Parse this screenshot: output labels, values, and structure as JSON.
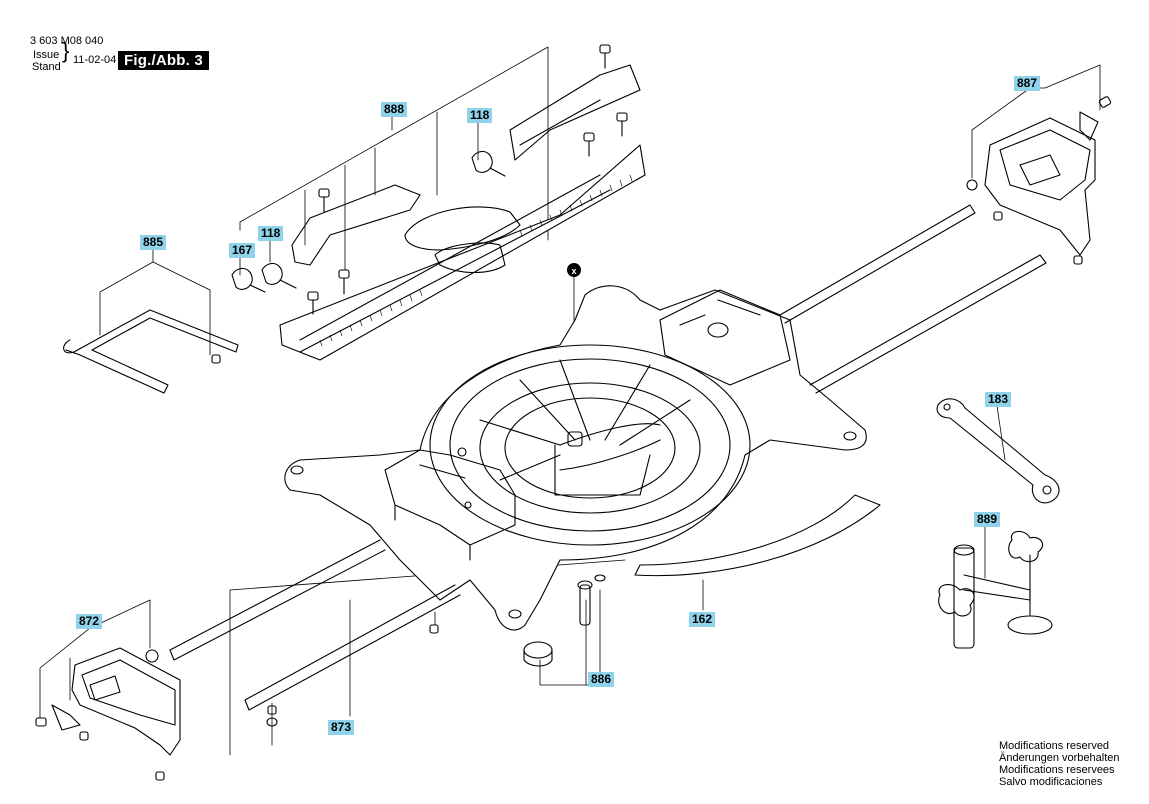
{
  "header": {
    "doc_number": "3 603 M08 040",
    "issue_label": "Issue",
    "stand_label": "Stand",
    "date": "11-02-04",
    "figure_label": "Fig./Abb. 3"
  },
  "callouts": [
    {
      "id": "c-888",
      "label": "888"
    },
    {
      "id": "c-118a",
      "label": "118"
    },
    {
      "id": "c-887",
      "label": "887"
    },
    {
      "id": "c-885",
      "label": "885"
    },
    {
      "id": "c-167",
      "label": "167"
    },
    {
      "id": "c-118b",
      "label": "118"
    },
    {
      "id": "c-183",
      "label": "183"
    },
    {
      "id": "c-889",
      "label": "889"
    },
    {
      "id": "c-872",
      "label": "872"
    },
    {
      "id": "c-162",
      "label": "162"
    },
    {
      "id": "c-886",
      "label": "886"
    },
    {
      "id": "c-873",
      "label": "873"
    }
  ],
  "marker_x": "x",
  "notes": [
    "Modifications reserved",
    "Änderungen vorbehalten",
    "Modifications reservees",
    "Salvo modificaciones"
  ],
  "colors": {
    "callout_bg": "#8fd3ea",
    "line": "#000000"
  }
}
